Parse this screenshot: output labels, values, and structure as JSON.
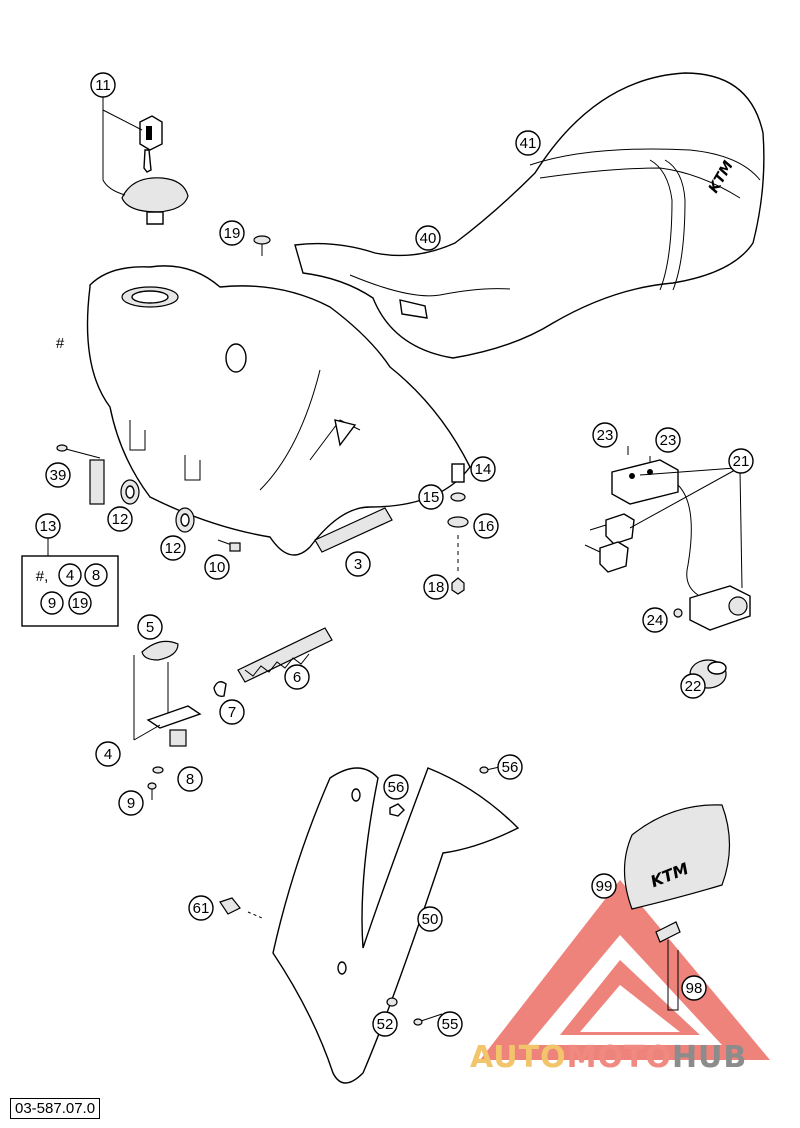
{
  "diagram": {
    "id": "03-587.07.0",
    "callouts": {
      "c11": "11",
      "c19a": "19",
      "c41": "41",
      "c40": "40",
      "chash": "#",
      "c39": "39",
      "c12a": "12",
      "c12b": "12",
      "c10": "10",
      "c3": "3",
      "c14": "14",
      "c15": "15",
      "c16": "16",
      "c18": "18",
      "c23a": "23",
      "c23b": "23",
      "c21": "21",
      "c24": "24",
      "c22": "22",
      "c13": "13",
      "k_hash": "#,",
      "k4": "4",
      "k8": "8",
      "k9": "9",
      "k19": "19",
      "c5": "5",
      "c6": "6",
      "c7": "7",
      "c4": "4",
      "c8": "8",
      "c9": "9",
      "c56a": "56",
      "c56b": "56",
      "c61": "61",
      "c50": "50",
      "c52": "52",
      "c55": "55",
      "c99": "99",
      "c98": "98"
    }
  },
  "watermark": {
    "part1": "AUTO",
    "part2": "MOTO",
    "part3": "HUB",
    "colors": {
      "yellow": "#f2c46b",
      "red": "#f08a80",
      "grey": "#8c8c8c"
    }
  }
}
